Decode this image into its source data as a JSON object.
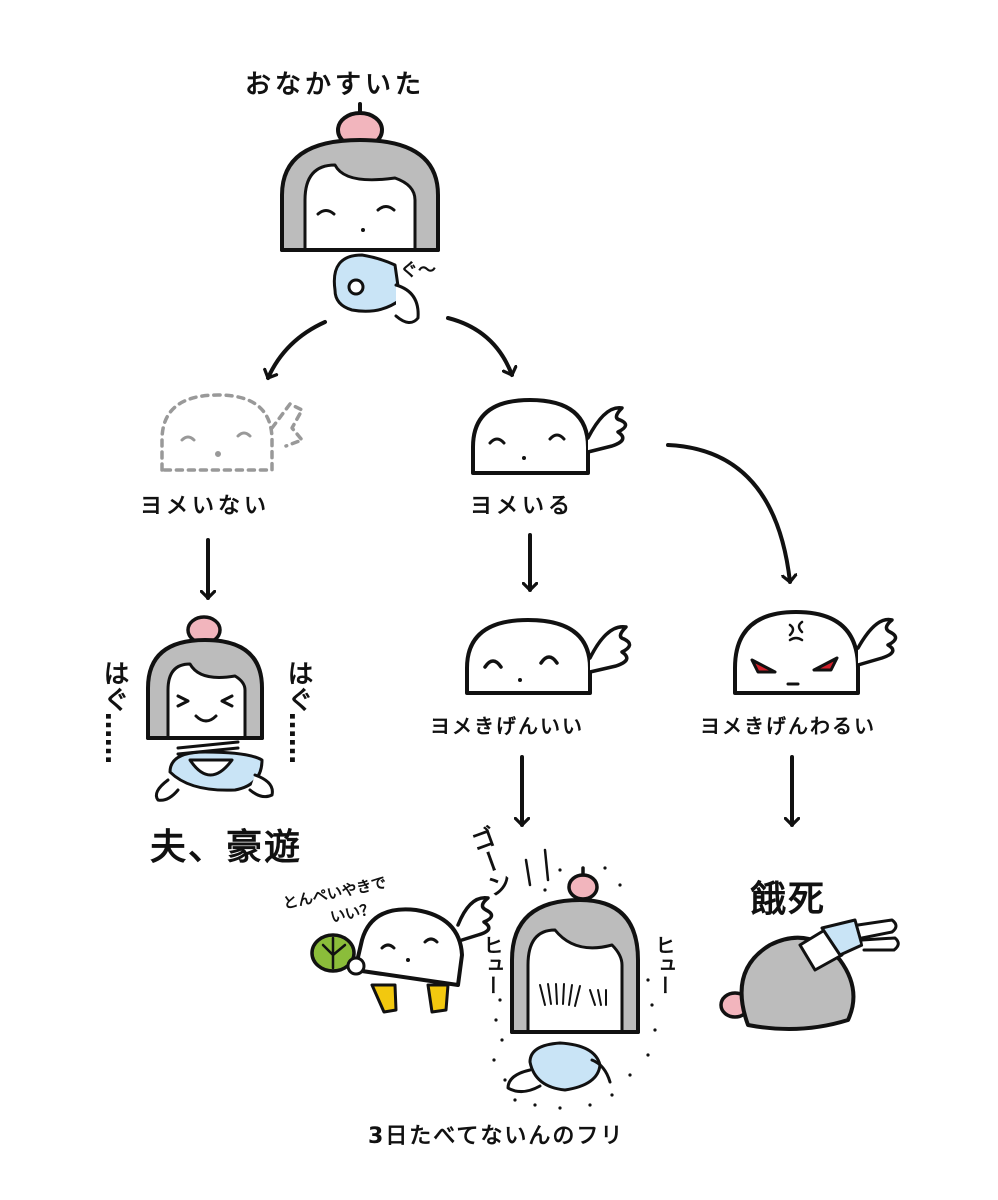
{
  "nodes": {
    "start": "おなかすいた",
    "start_sound": "ぐ〜",
    "no_wife": "ヨメいない",
    "wife": "ヨメいる",
    "wife_good": "ヨメきげんいい",
    "wife_bad": "ヨメきげんわるい",
    "outcome_left": "夫、豪遊",
    "outcome_middle": "3日たべてないんのフリ",
    "outcome_right": "餓死"
  },
  "sfx": {
    "hagu_left": "はぐ……",
    "hagu_right": "はぐ……",
    "wife_speech_line1": "とんぺいやきで",
    "wife_speech_line2": "いい？",
    "gaan": "ゴーン",
    "hyuu_left": "ヒュー",
    "hyuu_right": "ヒュー"
  },
  "colors": {
    "ink": "#111111",
    "hair_gray": "#bcbcbc",
    "bun_pink": "#f2b5bd",
    "clothes_blue": "#c9e4f6",
    "angry_red": "#d21f2a",
    "cabbage_green": "#8bbd3a",
    "leg_yellow": "#f2c80f"
  }
}
